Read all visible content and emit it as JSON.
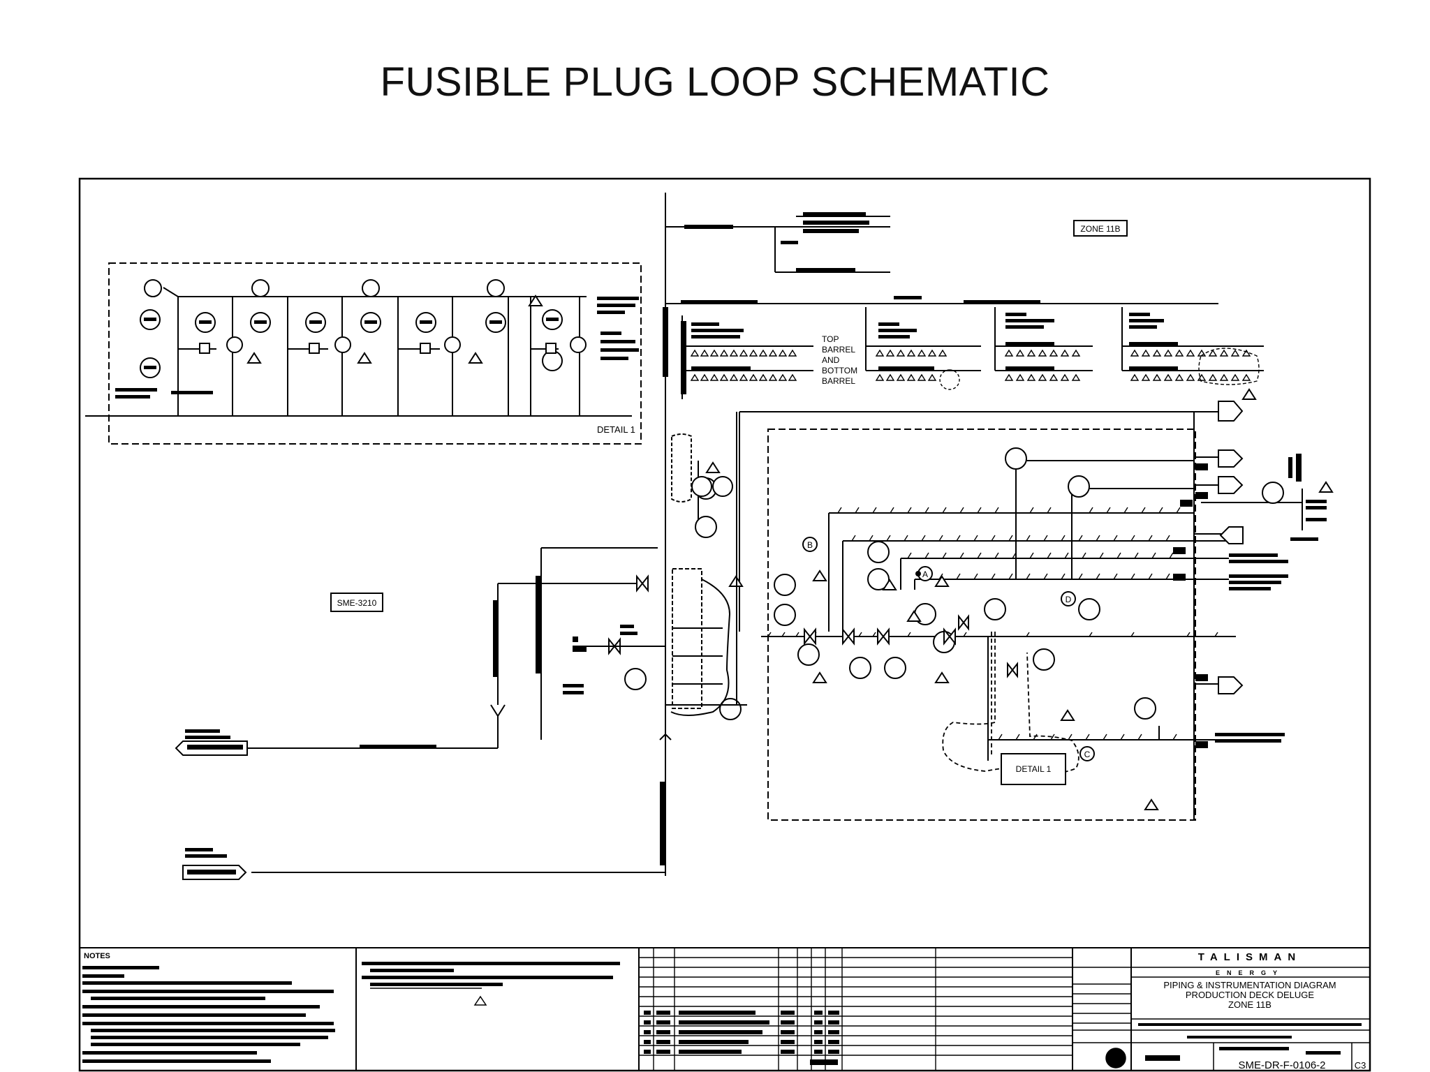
{
  "slide": {
    "title": "FUSIBLE PLUG LOOP SCHEMATIC"
  },
  "diagram": {
    "zone_tag": "ZONE 11B",
    "detail_label": "DETAIL 1",
    "detail_ref_box": "DETAIL 1",
    "equipment_tag": "SME-3210",
    "instrument_letters": [
      "A",
      "B",
      "C",
      "D"
    ],
    "barrel_note": [
      "TOP",
      "BARREL",
      "AND",
      "BOTTOM",
      "BARREL"
    ],
    "title_block": {
      "company": "TALISMAN",
      "company_sub": "ENERGY",
      "drawing_title": [
        "PIPING & INSTRUMENTATION DIAGRAM",
        "PRODUCTION DECK DELUGE",
        "ZONE 11B"
      ],
      "drawing_number": "SME-DR-F-0106-2",
      "revision": "C3"
    },
    "notes_header": "NOTES"
  }
}
